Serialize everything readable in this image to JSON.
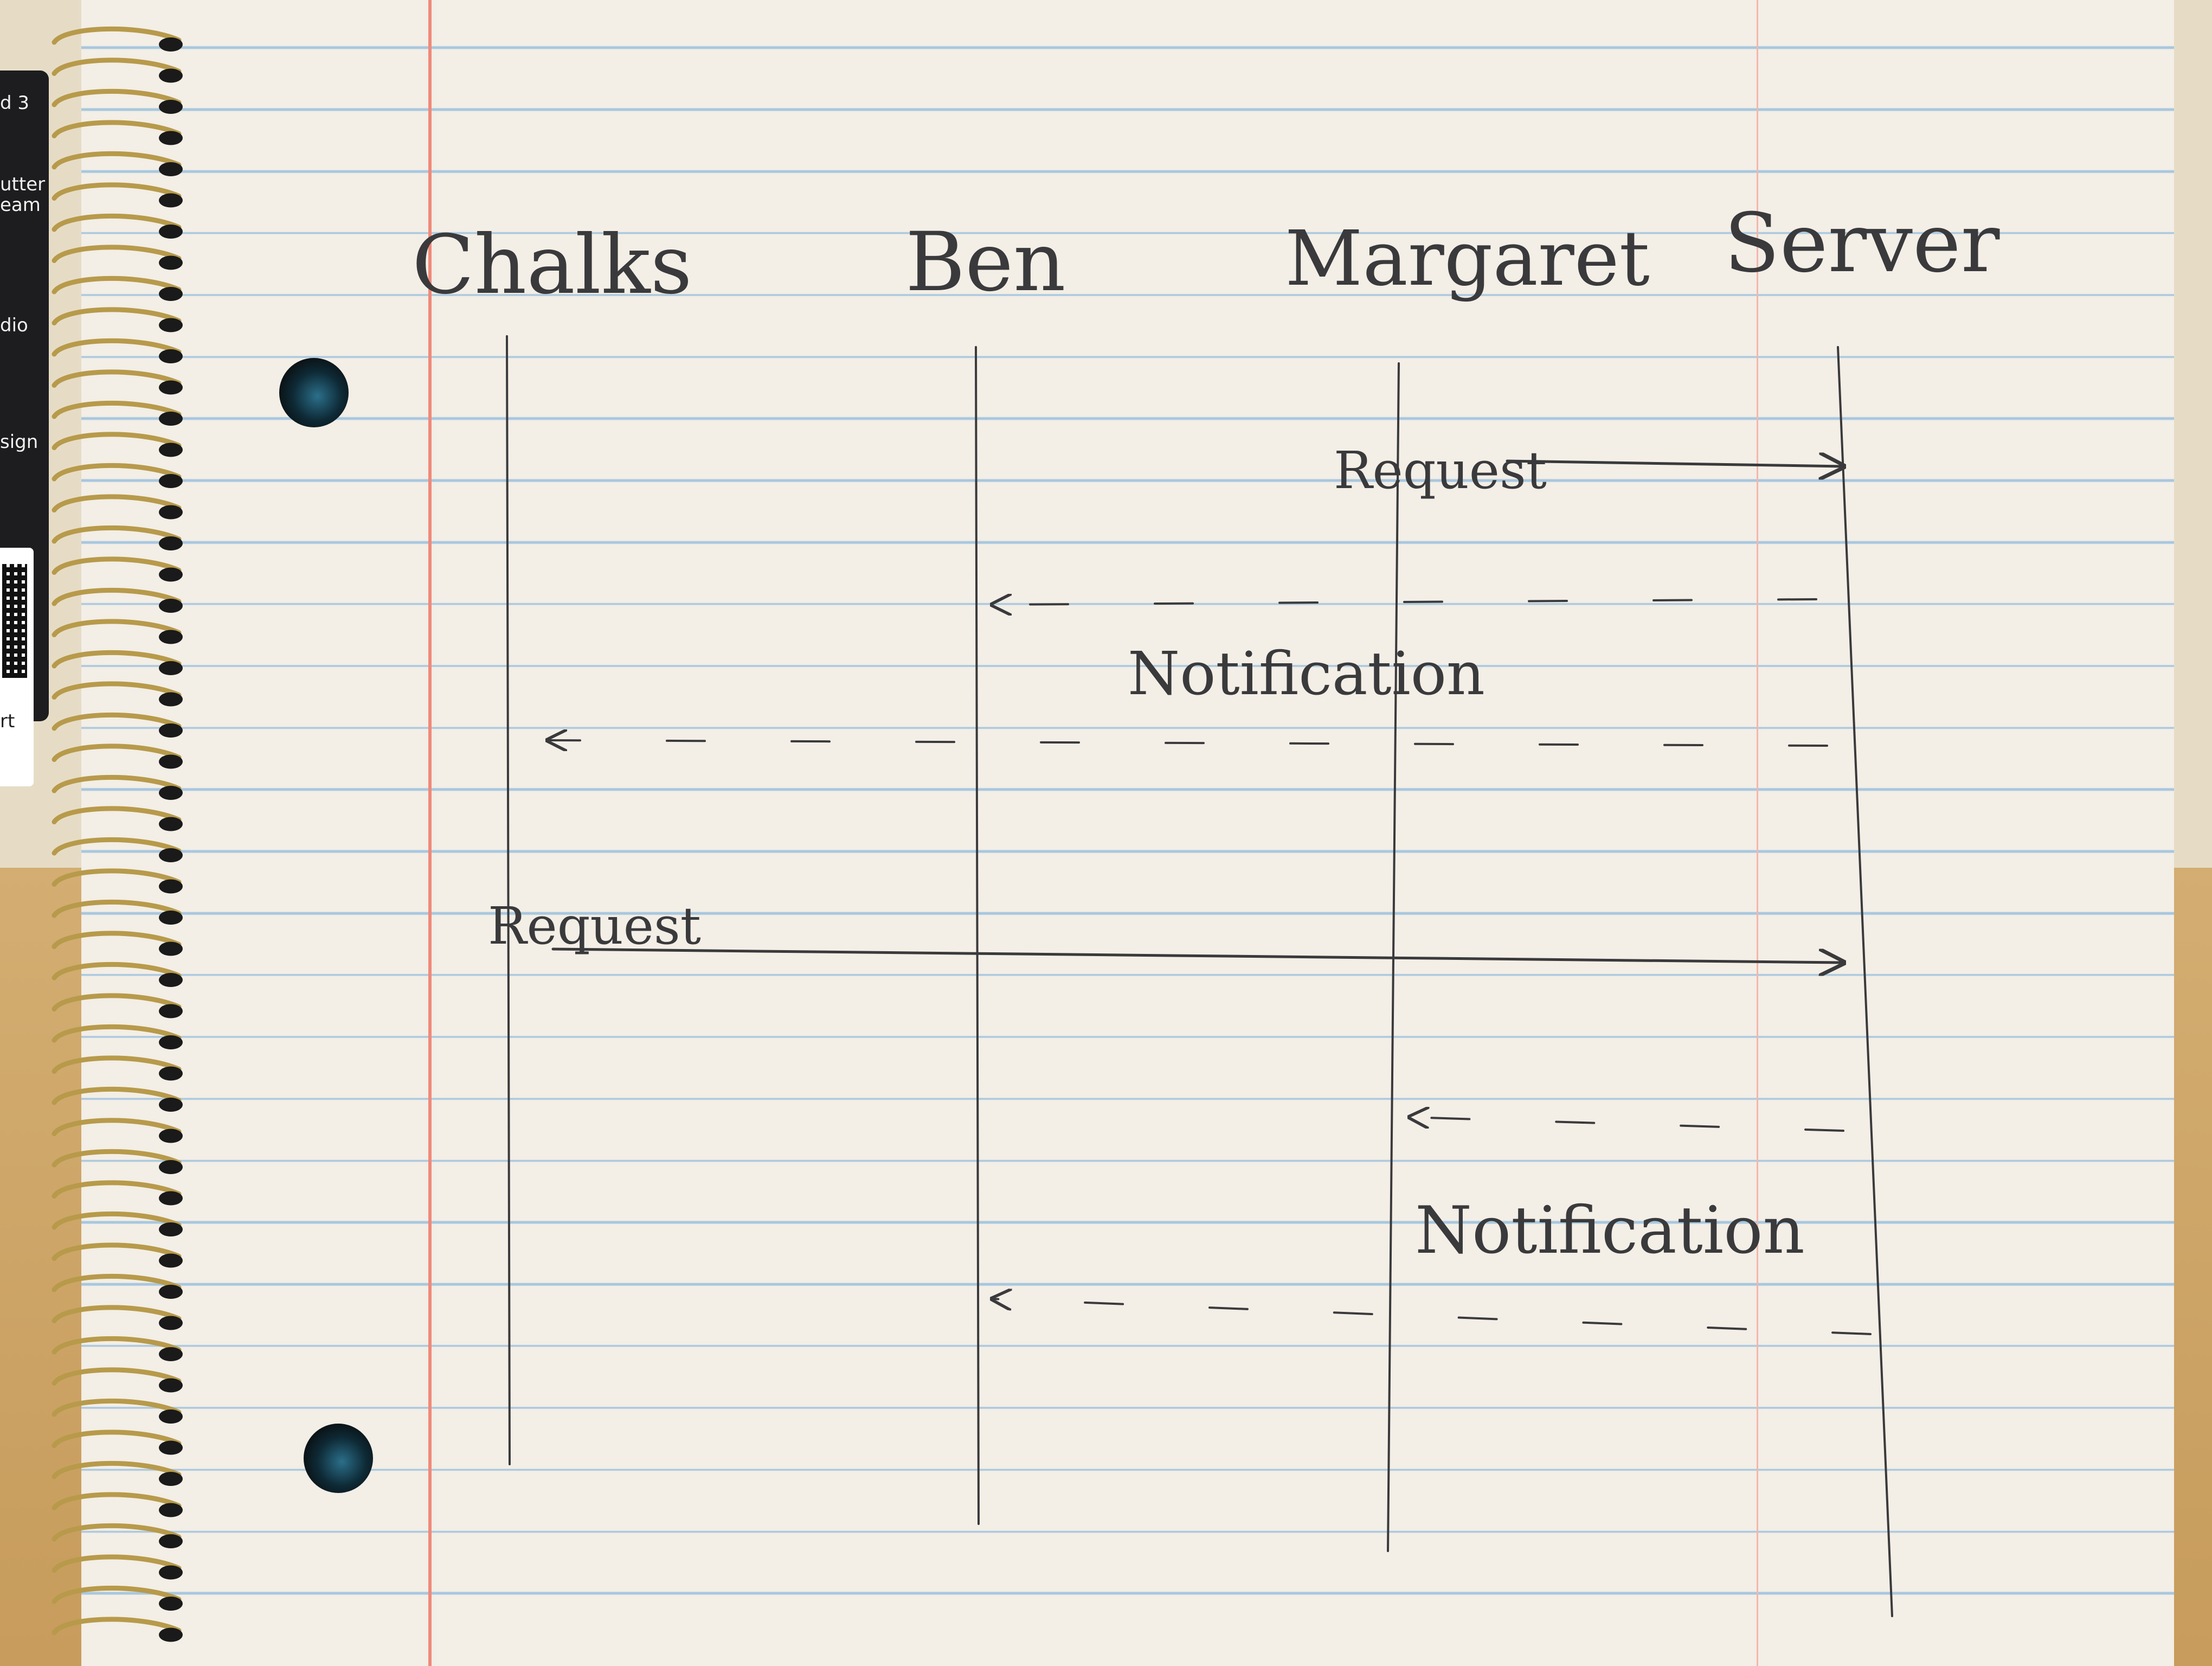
{
  "sticker": {
    "lines": [
      "d 3",
      "utter",
      "eam",
      "dio",
      "sign",
      "rt"
    ]
  },
  "diagram": {
    "participants": [
      {
        "id": "chalks",
        "label": "Chalks"
      },
      {
        "id": "ben",
        "label": "Ben"
      },
      {
        "id": "margaret",
        "label": "Margaret"
      },
      {
        "id": "server",
        "label": "Server"
      }
    ],
    "messages": [
      {
        "id": "m1",
        "from": "margaret",
        "to": "server",
        "label": "Request",
        "style": "solid"
      },
      {
        "id": "m2",
        "from": "server",
        "to": "ben",
        "label": "",
        "style": "dashed"
      },
      {
        "id": "m3",
        "from": "server",
        "to": "chalks",
        "label": "Notification",
        "style": "dashed"
      },
      {
        "id": "m4",
        "from": "chalks",
        "to": "server",
        "label": "Request",
        "style": "solid"
      },
      {
        "id": "m5",
        "from": "server",
        "to": "margaret",
        "label": "",
        "style": "dashed"
      },
      {
        "id": "m6",
        "from": "server",
        "to": "ben",
        "label": "Notification",
        "style": "dashed"
      }
    ]
  },
  "colors": {
    "ink": "#3a3a3c",
    "margin_red": "#f08a7a",
    "rule_blue": "#9fc3de",
    "paper": "#f3eee6"
  }
}
